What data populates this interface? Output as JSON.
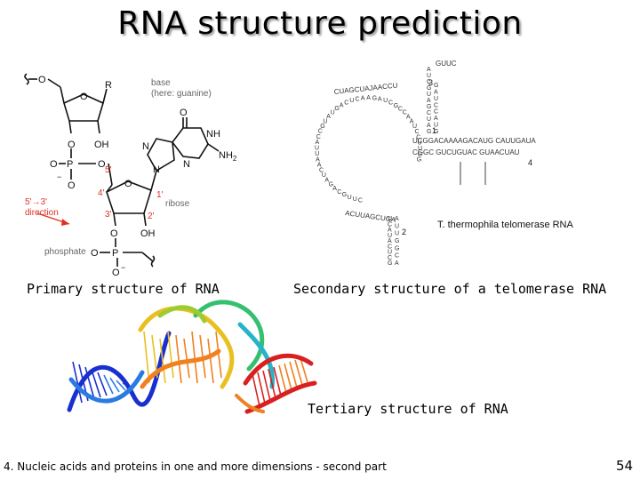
{
  "slide": {
    "title": "RNA structure prediction",
    "footer": "4. Nucleic acids and proteins in one and more dimensions - second part",
    "page_number": "54"
  },
  "captions": {
    "primary": "Primary structure of RNA",
    "secondary": "Secondary structure of a telomerase RNA",
    "tertiary": "Tertiary structure of RNA"
  },
  "primary_diagram": {
    "base_label": "base",
    "base_note": "(here: guanine)",
    "R": "R",
    "ribose": "ribose",
    "phosphate": "phosphate",
    "direction_line1": "5'→3'",
    "direction_line2": "direction",
    "five_prime": "5'",
    "four_prime": "4'",
    "one_prime": "1'",
    "three_prime": "3'",
    "two_prime": "2'",
    "O": "O",
    "OH": "OH",
    "P": "P",
    "N": "N",
    "NH": "NH",
    "NH2": "NH",
    "sub2": "2",
    "O_minus": "O",
    "minus": "−",
    "red_color": "#e03020",
    "label_gray": "#666666"
  },
  "secondary_diagram": {
    "organism_label": "T. thermophila telomerase RNA",
    "stem_numbers": [
      "1",
      "2",
      "3",
      "4"
    ],
    "top_bases": "GUUC",
    "seq_top_left": "CUAGCUAJAACCU",
    "seq_row_1": "UCGGACAAAAGACAUG CAUUGAUA",
    "seq_row_2": "CGGC     GUCUGUAC GUAACUAU",
    "seq_bottom": "ACUUAGCUGA",
    "hairpin_bases": "UCAUACUCG",
    "stem_bases": "AUUGG",
    "letter_color": "#333333"
  },
  "tertiary_diagram": {
    "colors": [
      "#1a2fd0",
      "#2a7be0",
      "#25b4c8",
      "#35c070",
      "#9ccc30",
      "#e8c020",
      "#f08020",
      "#d82020"
    ]
  }
}
